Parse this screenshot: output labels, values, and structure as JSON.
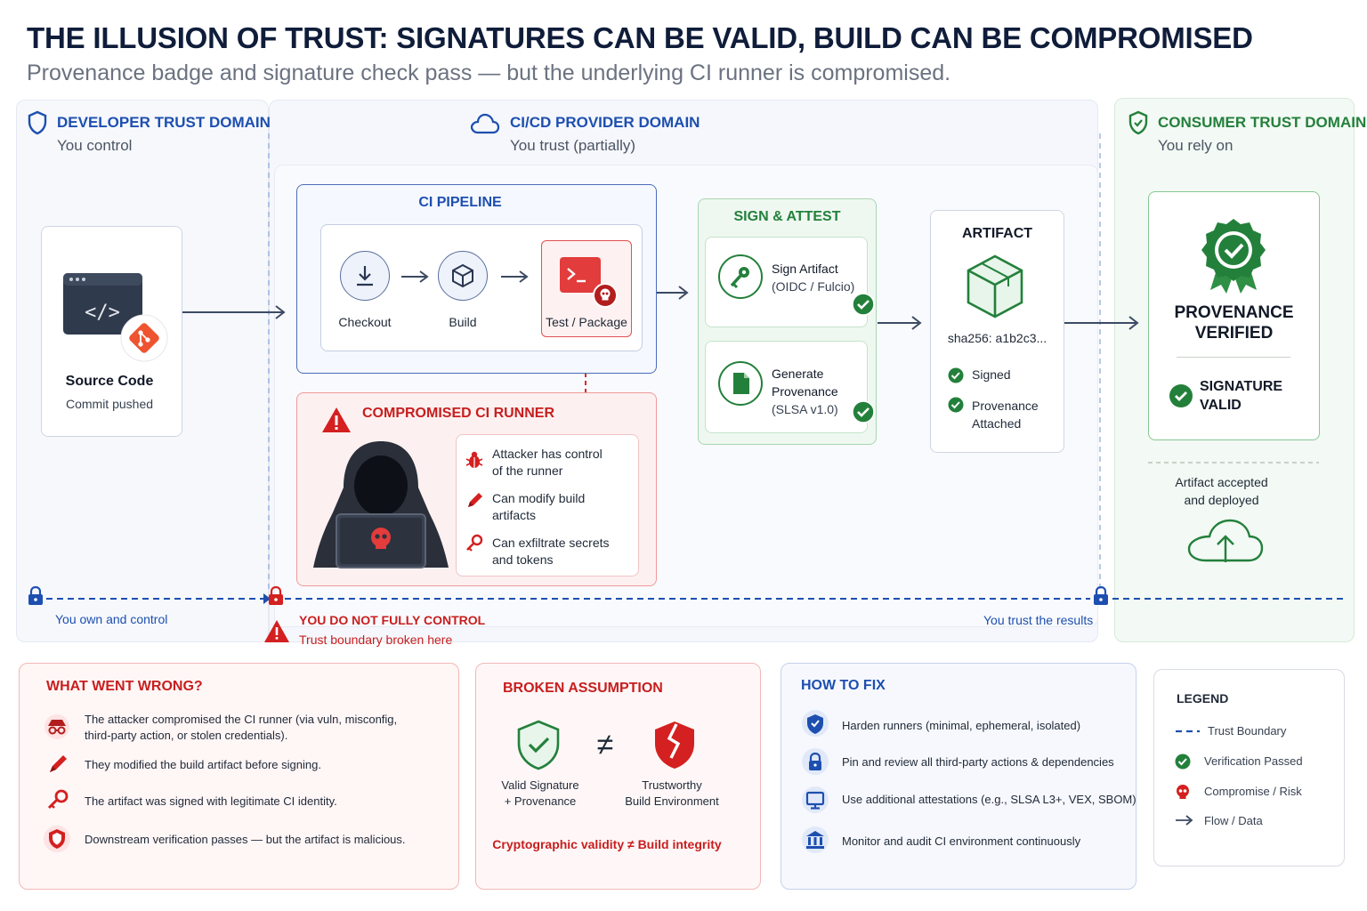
{
  "header": {
    "title": "THE ILLUSION OF TRUST: SIGNATURES CAN BE VALID, BUILD CAN BE COMPROMISED",
    "subtitle": "Provenance badge and signature check pass — but the underlying CI runner is compromised."
  },
  "domains": {
    "developer": {
      "title": "DEVELOPER TRUST DOMAIN",
      "subtitle": "You control"
    },
    "cicd": {
      "title": "CI/CD PROVIDER DOMAIN",
      "subtitle": "You trust (partially)"
    },
    "consumer": {
      "title": "CONSUMER TRUST DOMAIN",
      "subtitle": "You rely on"
    }
  },
  "source": {
    "title": "Source Code",
    "subtitle": "Commit pushed"
  },
  "pipeline": {
    "title": "CI PIPELINE",
    "steps": [
      {
        "label": "Checkout"
      },
      {
        "label": "Build"
      },
      {
        "label": "Test / Package"
      }
    ]
  },
  "runner": {
    "title": "COMPROMISED CI RUNNER",
    "items": [
      {
        "line1": "Attacker has control",
        "line2": "of the runner"
      },
      {
        "line1": "Can modify build",
        "line2": "artifacts"
      },
      {
        "line1": "Can exfiltrate secrets",
        "line2": "and tokens"
      }
    ]
  },
  "sign": {
    "title": "SIGN & ATTEST",
    "sign_artifact": {
      "line1": "Sign Artifact",
      "line2": "(OIDC / Fulcio)"
    },
    "provenance": {
      "line1": "Generate",
      "line2": "Provenance",
      "line3": "(SLSA v1.0)"
    }
  },
  "artifact": {
    "title": "ARTIFACT",
    "hash": "sha256: a1b2c3...",
    "checks": [
      {
        "line1": "Signed",
        "line2": ""
      },
      {
        "line1": "Provenance",
        "line2": "Attached"
      }
    ]
  },
  "verified": {
    "line1": "PROVENANCE",
    "line2": "VERIFIED",
    "sig_line1": "SIGNATURE",
    "sig_line2": "VALID",
    "accepted_line1": "Artifact accepted",
    "accepted_line2": "and deployed"
  },
  "boundary": {
    "own": "You own and control",
    "not_control": "YOU DO NOT FULLY CONTROL",
    "broken": "Trust boundary broken here",
    "trust_results": "You trust the results"
  },
  "wrong": {
    "title": "WHAT WENT WRONG?",
    "items": [
      {
        "text": "The attacker compromised the CI runner (via vuln, misconfig, third-party action, or stolen credentials)."
      },
      {
        "text": "They modified the build artifact before signing."
      },
      {
        "text": "The artifact was signed with legitimate CI identity."
      },
      {
        "text": "Downstream verification passes — but the artifact is malicious."
      }
    ]
  },
  "broken_assumption": {
    "title": "BROKEN ASSUMPTION",
    "left_line1": "Valid Signature",
    "left_line2": "+ Provenance",
    "neq": "≠",
    "right_line1": "Trustworthy",
    "right_line2": "Build Environment",
    "conclusion": "Cryptographic validity ≠ Build integrity"
  },
  "fix": {
    "title": "HOW TO FIX",
    "items": [
      {
        "text": "Harden runners (minimal, ephemeral, isolated)"
      },
      {
        "text": "Pin and review all third-party actions & dependencies"
      },
      {
        "text": "Use additional attestations (e.g., SLSA L3+, VEX, SBOM)"
      },
      {
        "text": "Monitor and audit CI environment continuously"
      }
    ]
  },
  "legend": {
    "title": "LEGEND",
    "items": [
      {
        "label": "Trust Boundary"
      },
      {
        "label": "Verification Passed"
      },
      {
        "label": "Compromise / Risk"
      },
      {
        "label": "Flow / Data"
      }
    ]
  },
  "colors": {
    "navy": "#0f1d3a",
    "blue": "#1d4fb0",
    "green": "#23803b",
    "red": "#c81e1e"
  }
}
